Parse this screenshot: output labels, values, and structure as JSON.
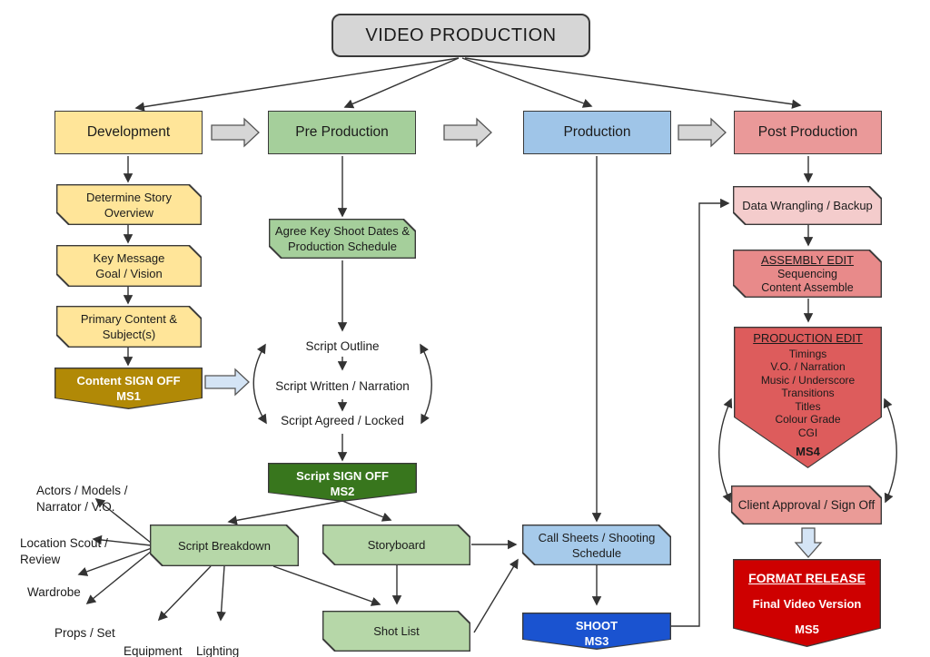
{
  "title": "VIDEO PRODUCTION",
  "phases": {
    "development": "Development",
    "pre_production": "Pre Production",
    "production": "Production",
    "post_production": "Post Production"
  },
  "development": {
    "determine_story": "Determine Story\nOverview",
    "key_message": "Key Message\nGoal / Vision",
    "primary_content": "Primary Content &\nSubject(s)",
    "ms1": "Content SIGN OFF\nMS1"
  },
  "pre_production": {
    "agree_dates": "Agree Key Shoot Dates &\nProduction Schedule",
    "script_outline": "Script Outline",
    "script_written": "Script Written / Narration",
    "script_agreed": "Script Agreed / Locked",
    "ms2": "Script SIGN OFF\nMS2",
    "script_breakdown": "Script Breakdown",
    "storyboard": "Storyboard",
    "shot_list": "Shot List",
    "resources": {
      "actors": "Actors / Models /\nNarrator / V.O.",
      "location": "Location Scout /\nReview",
      "wardrobe": "Wardrobe",
      "props": "Props / Set",
      "equipment": "Equipment",
      "lighting": "Lighting"
    }
  },
  "production": {
    "call_sheets": "Call Sheets / Shooting\nSchedule",
    "ms3": "SHOOT\nMS3"
  },
  "post_production": {
    "data_wrangling": "Data Wrangling / Backup",
    "assembly_edit_title": "ASSEMBLY EDIT",
    "assembly_edit_lines": "Sequencing\nContent Assemble",
    "production_edit_title": "PRODUCTION EDIT",
    "production_edit_items": "Timings\nV.O. / Narration\nMusic / Underscore\nTransitions\nTitles\nColour Grade\nCGI",
    "ms4": "MS4",
    "client_approval": "Client Approval / Sign Off",
    "format_release_title": "FORMAT RELEASE",
    "format_release_line": "Final Video Version",
    "ms5": "MS5"
  },
  "colors": {
    "development_fill": "#ffe599",
    "pre_production_fill": "#a5cf9b",
    "production_fill": "#9fc5e8",
    "post_production_fill": "#ea9999",
    "light_green_fill": "#b6d7a8",
    "light_blue_fill": "#a6caea",
    "light_pink_fill": "#f4cccc",
    "salmon_fill": "#e88a8a",
    "edit_red_fill": "#dd5c5c",
    "milestone_gold": "#b18906",
    "milestone_dark_green": "#38761d",
    "milestone_blue": "#1a53d0",
    "milestone_red": "#ce0000",
    "connector": "#333333",
    "block_arrow_gray": "#d6d6d6",
    "block_arrow_blue": "#d4e4f5"
  }
}
